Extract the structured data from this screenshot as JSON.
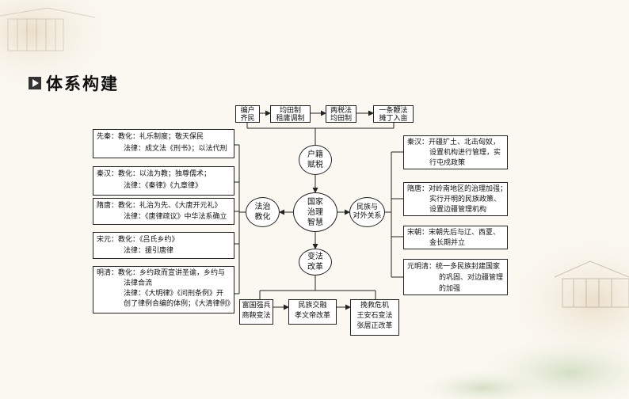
{
  "header": {
    "title": "体系构建"
  },
  "top_row": [
    [
      "编户",
      "齐民"
    ],
    [
      "均田制",
      "租庸调制"
    ],
    [
      "两税法",
      "均田制"
    ],
    [
      "一条鞭法",
      "摊丁入亩"
    ]
  ],
  "center": [
    "国家",
    "治理",
    "智慧"
  ],
  "ovals": {
    "tax": [
      "户籍",
      "赋税"
    ],
    "law": [
      "法治",
      "教化"
    ],
    "ethnic": [
      "民族与",
      "对外关系"
    ],
    "reform": [
      "变法",
      "改革"
    ]
  },
  "left_boxes": [
    [
      "先秦：教化：礼乐制度；敬天保民",
      "法律：成文法《刑书》；以法代刑"
    ],
    [
      "秦汉：教化：以法为教；独尊儒术；",
      "法律：《秦律》《九章律》"
    ],
    [
      "隋唐：教化：礼治为先、《大唐开元礼》",
      "法律：《唐律疏议》中华法系确立"
    ],
    [
      "宋元：教化：《吕氏乡约》",
      "法律：援引唐律"
    ],
    [
      "明清：教化：乡约政而宣讲圣谕，乡约与",
      "法律合流",
      "法律：《大明律》《问刑条例》开",
      "创了律例合编的体例；《大清律例》"
    ]
  ],
  "right_boxes": [
    [
      "秦汉：开疆扩土、北击匈奴，",
      "设置机构进行管理，实",
      "行屯戍政策"
    ],
    [
      "隋唐：对岭南地区的治理加强；",
      "实行开明的民族政策、",
      "设置边疆管理机构"
    ],
    [
      "宋朝：宋朝先后与辽、西夏、",
      "金长期并立"
    ],
    [
      "元明清：统一多民族封建国家",
      "的巩固、对边疆管理",
      "的加强"
    ]
  ],
  "bottom_row": [
    [
      "富国强兵",
      "商鞅变法"
    ],
    [
      "民族交融",
      "孝文帝改革"
    ],
    [
      "挽救危机",
      "王安石变法",
      "张居正改革"
    ]
  ]
}
